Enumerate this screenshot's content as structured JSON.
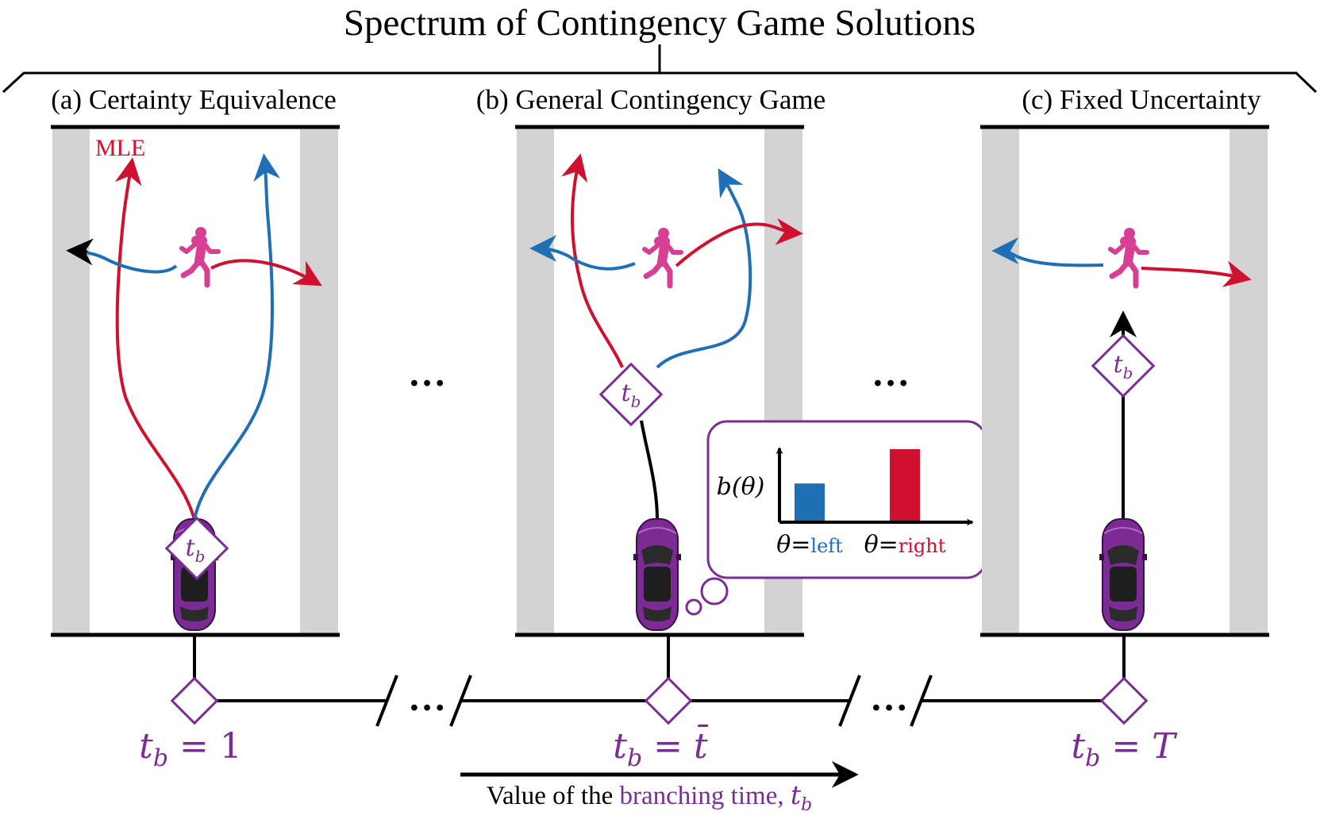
{
  "title": "Spectrum of Contingency Game Solutions",
  "panels": [
    {
      "label": "(a) Certainty Equivalence",
      "node_label": "t_b",
      "annotation": "MLE",
      "axis_value": "t_b = 1"
    },
    {
      "label": "(b) General Contingency Game",
      "node_label": "t_b",
      "axis_value": "t_b = t̄"
    },
    {
      "label": "(c) Fixed Uncertainty",
      "node_label": "t_b",
      "axis_value": "t_b = T"
    }
  ],
  "belief_chart": {
    "ylabel": "b(θ)",
    "categories": [
      {
        "prefix": "θ=",
        "name": "left",
        "value": 0.52,
        "color": "#1f6fb5"
      },
      {
        "prefix": "θ=",
        "name": "right",
        "value": 1.0,
        "color": "#d0102f"
      }
    ]
  },
  "ellipsis": "…",
  "caption": {
    "text": "Value of the ",
    "accent": "branching time, ",
    "symbol": "t_b"
  },
  "colors": {
    "purple": "#7a2d93",
    "red": "#d0102f",
    "blue": "#1f6fb5",
    "pink": "#d63f93",
    "road_edge": "#d3d3d3"
  }
}
